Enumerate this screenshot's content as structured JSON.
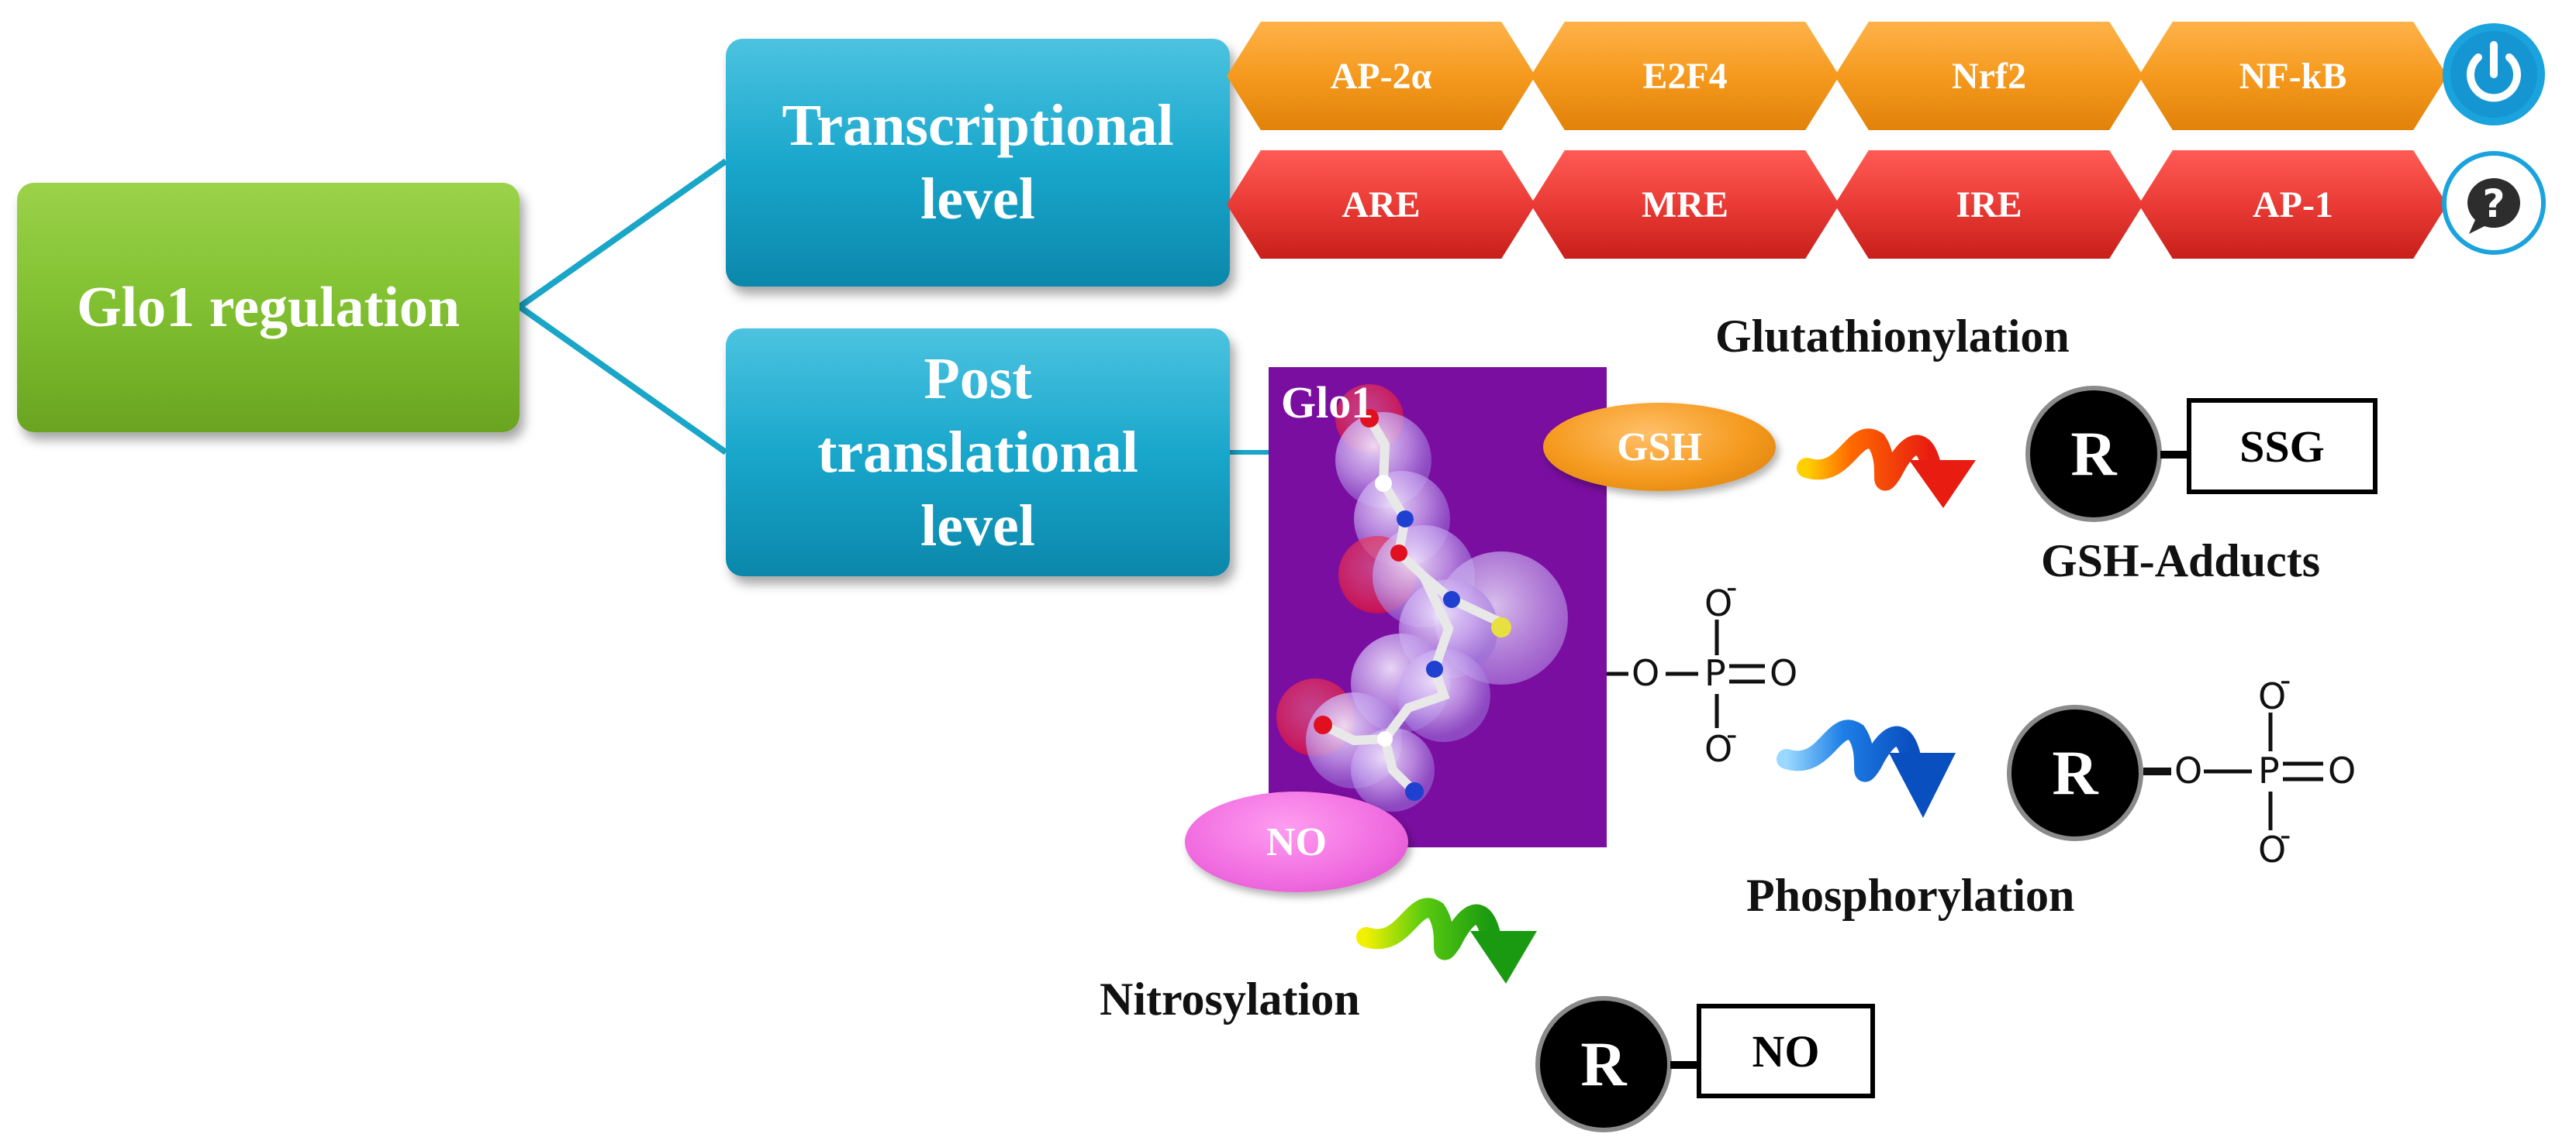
{
  "root": {
    "label": "Glo1 regulation"
  },
  "levels": {
    "transcriptional": {
      "lines": [
        "Transcriptional",
        "level"
      ]
    },
    "post_translational": {
      "lines": [
        "Post",
        "translational",
        "level"
      ]
    }
  },
  "transcription_factors": [
    "AP-2α",
    "E2F4",
    "Nrf2",
    "NF-kB"
  ],
  "response_elements": [
    "ARE",
    "MRE",
    "IRE",
    "AP-1"
  ],
  "icons": {
    "factors_row": "power-icon",
    "elements_row": "question-icon"
  },
  "panel": {
    "title": "Glo1"
  },
  "modifiers": {
    "gsh": "GSH",
    "no": "NO"
  },
  "modifications": {
    "glutathionylation": {
      "name": "Glutathionylation",
      "r_label": "R",
      "adduct_group": "SSG",
      "caption": "GSH-Adducts"
    },
    "phosphorylation": {
      "name": "Phosphorylation",
      "r_label": "R"
    },
    "nitrosylation": {
      "name": "Nitrosylation",
      "r_label": "R",
      "adduct_group": "NO"
    }
  },
  "phosphate": {
    "oxygen": "O",
    "phosphorus": "P",
    "charge": "-"
  },
  "colors": {
    "root_green": "#82c232",
    "level_teal": "#19a7cc",
    "factor_orange": "#f59a1e",
    "element_red": "#ea3b35",
    "panel_purple": "#7a0ea0",
    "icon_blue": "#1aa3dc",
    "gsh_orange": "#f59a1e",
    "no_pink": "#f06be0"
  }
}
